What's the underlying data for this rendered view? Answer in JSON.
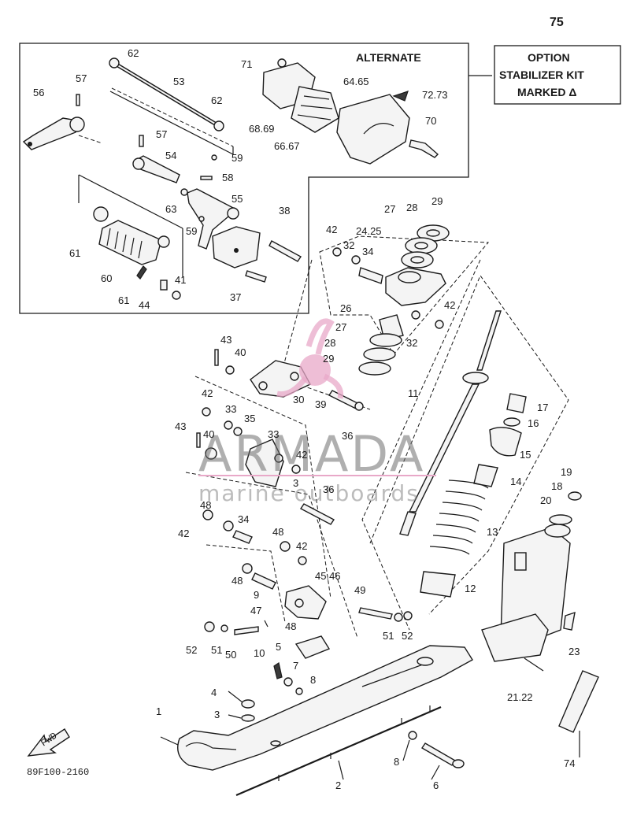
{
  "page": {
    "number": "75",
    "code": "89F100-2160"
  },
  "alternate_label": "ALTERNATE",
  "option_box": {
    "line1": "OPTION",
    "line2": "STABILIZER KIT",
    "line3": "MARKED Δ"
  },
  "fwd_label": "FWD",
  "watermark": {
    "brand": "ARMADA",
    "tagline": "marine outboards",
    "color": "#e8a8c8"
  },
  "callouts": [
    "62",
    "57",
    "56",
    "53",
    "62",
    "57",
    "54",
    "59",
    "58",
    "63",
    "55",
    "38",
    "59",
    "61",
    "60",
    "41",
    "61",
    "44",
    "37",
    "71",
    "64.65",
    "72.73",
    "68.69",
    "66.67",
    "70",
    "29",
    "28",
    "27",
    "24.25",
    "42",
    "32",
    "34",
    "42",
    "26",
    "27",
    "28",
    "29",
    "32",
    "11",
    "43",
    "40",
    "42",
    "30",
    "39",
    "33",
    "35",
    "43",
    "40",
    "33",
    "42",
    "3",
    "36",
    "36",
    "17",
    "16",
    "15",
    "14",
    "13",
    "12",
    "19",
    "18",
    "20",
    "48",
    "34",
    "42",
    "48",
    "42",
    "45.46",
    "48",
    "9",
    "49",
    "47",
    "51",
    "52",
    "48",
    "5",
    "52",
    "51",
    "50",
    "10",
    "7",
    "8",
    "4",
    "3",
    "23",
    "21.22",
    "1",
    "8",
    "6",
    "2",
    "74"
  ]
}
